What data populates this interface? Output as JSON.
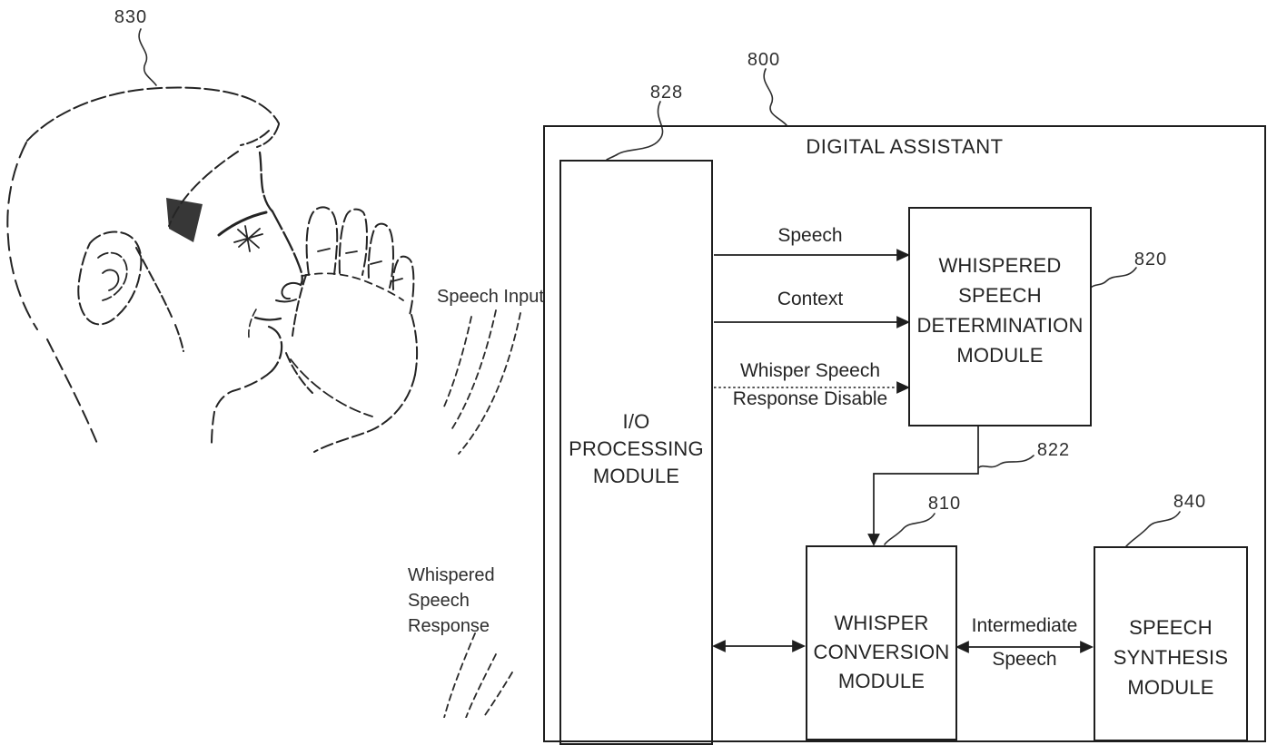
{
  "figure": {
    "background_color": "#ffffff",
    "ink_color": "#242424",
    "title": "DIGITAL ASSISTANT",
    "reference_labels": {
      "person": "830",
      "digital_assistant": "800",
      "io_module": "828",
      "determination_module": "820",
      "determination_output": "822",
      "conversion_module": "810",
      "synthesis_module": "840"
    },
    "annotations": {
      "speech_input": "Speech Input",
      "whispered_response": [
        "Whispered",
        "Speech",
        "Response"
      ]
    },
    "modules": {
      "io": [
        "I/O",
        "PROCESSING",
        "MODULE"
      ],
      "determination": [
        "WHISPERED",
        "SPEECH",
        "DETERMINATION",
        "MODULE"
      ],
      "conversion": [
        "WHISPER",
        "CONVERSION",
        "MODULE"
      ],
      "synthesis": [
        "SPEECH",
        "SYNTHESIS",
        "MODULE"
      ]
    },
    "signals": {
      "speech": "Speech",
      "context": "Context",
      "whisper_disable": [
        "Whisper Speech",
        "Response Disable"
      ],
      "intermediate_speech": [
        "Intermediate",
        "Speech"
      ]
    }
  }
}
